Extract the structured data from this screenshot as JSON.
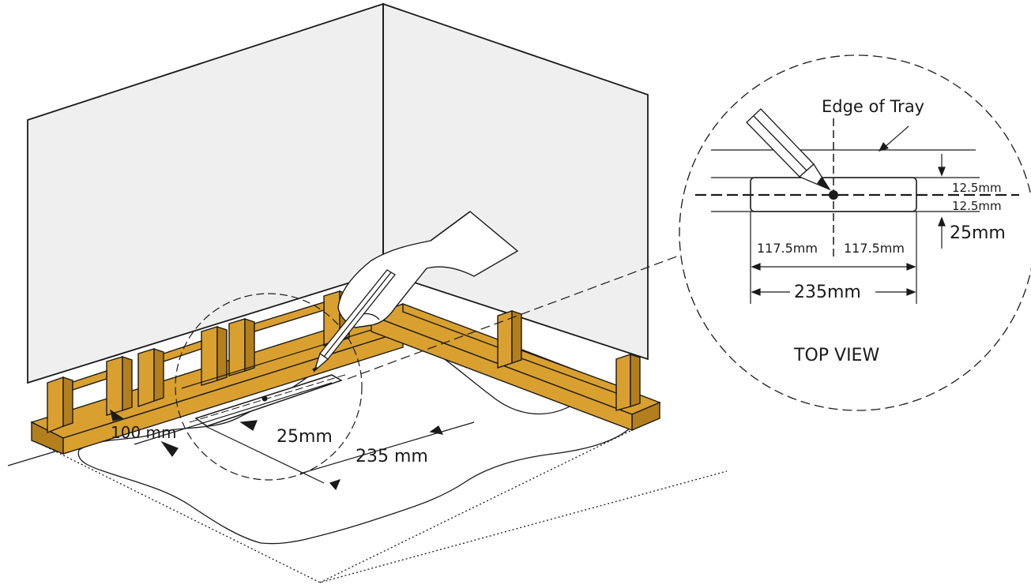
{
  "colors": {
    "line": "#1a1a1a",
    "wall": "#efefef",
    "timber": "#d9a030",
    "timber_dark": "#b37f1c"
  },
  "labels": {
    "edge_of_tray": "Edge of Tray",
    "top_view": "TOP VIEW",
    "left_half": "117.5mm",
    "right_half": "117.5mm",
    "total_width": "235mm",
    "half_depth_top": "12.5mm",
    "half_depth_bottom": "12.5mm",
    "depth": "25mm",
    "main_offset": "100 mm",
    "main_depth": "25mm",
    "main_width": "235 mm"
  },
  "icons": [
    "pencil-icon",
    "hand-icon"
  ]
}
